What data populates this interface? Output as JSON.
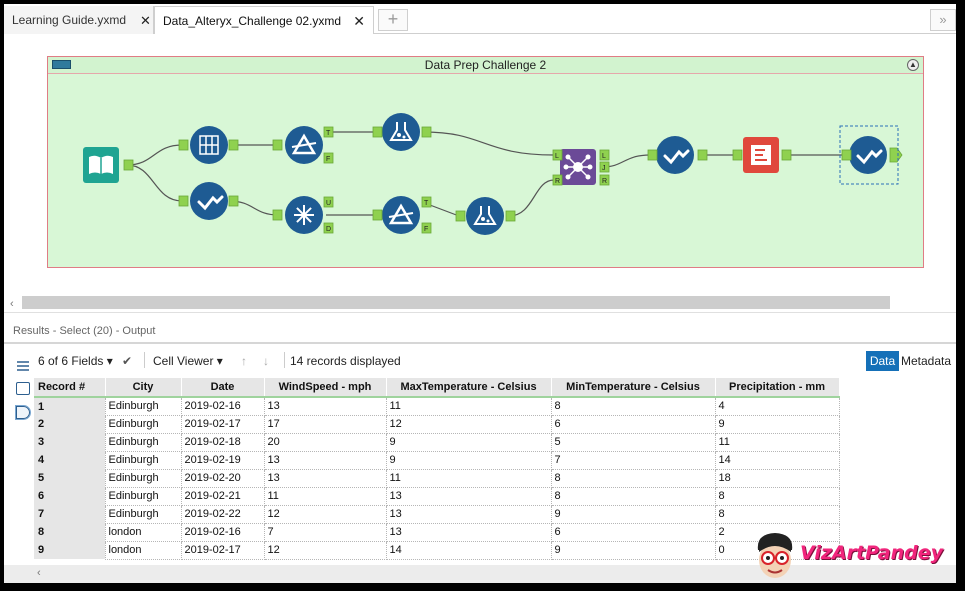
{
  "tabs": [
    {
      "label": "Learning Guide.yxmd",
      "active": false
    },
    {
      "label": "Data_Alteryx_Challenge 02.yxmd",
      "active": true
    }
  ],
  "tab_close_icon": "close-icon",
  "tab_add_label": "+",
  "tab_overflow_label": "»",
  "container": {
    "title": "Data Prep Challenge 2"
  },
  "workflow_tools": [
    {
      "id": "input",
      "icon": "book-icon",
      "color": "#1fa492"
    },
    {
      "id": "text-to-columns",
      "icon": "text-to-columns-icon",
      "color": "#1e5b93"
    },
    {
      "id": "select-1",
      "icon": "checkmark-icon",
      "color": "#1e5b93"
    },
    {
      "id": "filter-1",
      "icon": "filter-icon",
      "color": "#1e5b93"
    },
    {
      "id": "unique",
      "icon": "snowflake-icon",
      "color": "#1e5b93"
    },
    {
      "id": "formula-1",
      "icon": "flask-icon",
      "color": "#1e5b93"
    },
    {
      "id": "filter-2",
      "icon": "filter-icon",
      "color": "#1e5b93"
    },
    {
      "id": "formula-2",
      "icon": "flask-icon",
      "color": "#1e5b93"
    },
    {
      "id": "join",
      "icon": "join-icon",
      "color": "#6b4a97"
    },
    {
      "id": "select-2",
      "icon": "checkmark-icon",
      "color": "#1e5b93"
    },
    {
      "id": "cross-tab",
      "icon": "crosstab-icon",
      "color": "#e0483c"
    },
    {
      "id": "select-3",
      "icon": "checkmark-icon",
      "color": "#1e5b93"
    }
  ],
  "anchor_labels": {
    "true": "T",
    "false": "F",
    "unique": "U",
    "duplicate": "D",
    "left": "L",
    "join": "J",
    "right": "R"
  },
  "results": {
    "title": "Results - Select (20) - Output",
    "fields_label": "6 of 6 Fields",
    "viewer_label": "Cell Viewer",
    "records_label": "14 records displayed",
    "data_button": "Data",
    "metadata_button": "Metadata"
  },
  "table": {
    "columns": [
      "Record #",
      "City",
      "Date",
      "WindSpeed - mph",
      "MaxTemperature - Celsius",
      "MinTemperature - Celsius",
      "Precipitation - mm"
    ],
    "rows": [
      [
        "1",
        "Edinburgh",
        "2019-02-16",
        "13",
        "11",
        "8",
        "4"
      ],
      [
        "2",
        "Edinburgh",
        "2019-02-17",
        "17",
        "12",
        "6",
        "9"
      ],
      [
        "3",
        "Edinburgh",
        "2019-02-18",
        "20",
        "9",
        "5",
        "11"
      ],
      [
        "4",
        "Edinburgh",
        "2019-02-19",
        "13",
        "9",
        "7",
        "14"
      ],
      [
        "5",
        "Edinburgh",
        "2019-02-20",
        "13",
        "11",
        "8",
        "18"
      ],
      [
        "6",
        "Edinburgh",
        "2019-02-21",
        "11",
        "13",
        "8",
        "8"
      ],
      [
        "7",
        "Edinburgh",
        "2019-02-22",
        "12",
        "13",
        "9",
        "8"
      ],
      [
        "8",
        "london",
        "2019-02-16",
        "7",
        "13",
        "6",
        "2"
      ],
      [
        "9",
        "london",
        "2019-02-17",
        "12",
        "14",
        "9",
        "0"
      ]
    ]
  },
  "watermark": {
    "text": "VizArtPandey"
  },
  "colors": {
    "container_bg": "#d8f7d6",
    "container_border": "#e07c85",
    "accent": "#1570b8",
    "anchor": "#8fd14f"
  }
}
